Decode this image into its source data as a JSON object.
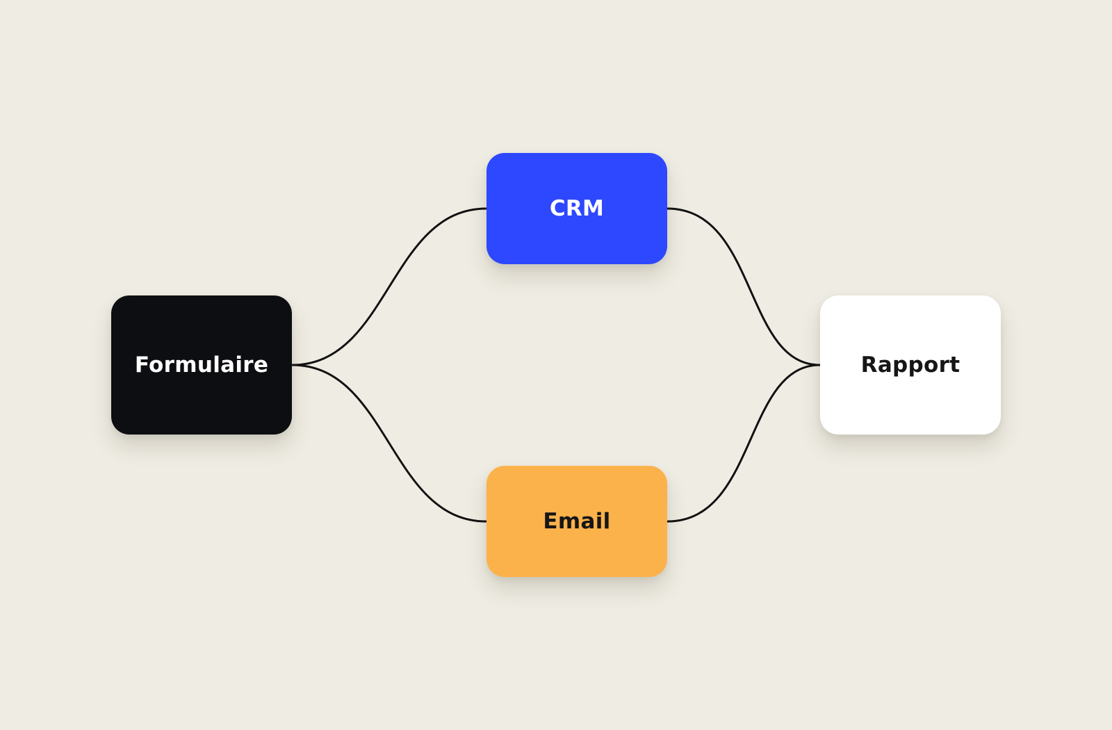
{
  "diagram": {
    "nodes": [
      {
        "id": "formulaire",
        "label": "Formulaire",
        "color": "#0d0e11"
      },
      {
        "id": "crm",
        "label": "CRM",
        "color": "#2e48ff"
      },
      {
        "id": "email",
        "label": "Email",
        "color": "#fbb24b"
      },
      {
        "id": "rapport",
        "label": "Rapport",
        "color": "#ffffff"
      }
    ],
    "edges": [
      {
        "from": "formulaire",
        "to": "crm"
      },
      {
        "from": "formulaire",
        "to": "email"
      },
      {
        "from": "crm",
        "to": "rapport"
      },
      {
        "from": "email",
        "to": "rapport"
      }
    ],
    "background_color": "#efece3",
    "edge_color": "#111111"
  }
}
